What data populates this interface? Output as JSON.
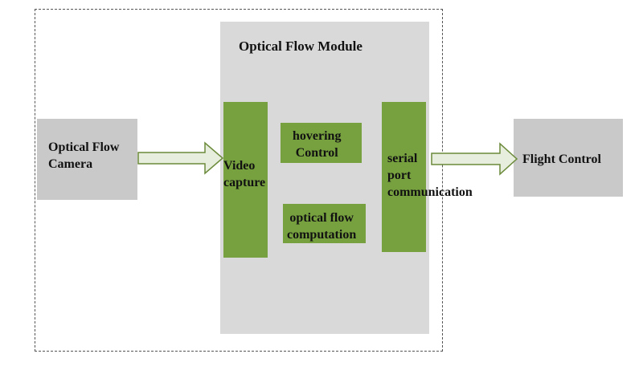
{
  "module": {
    "title": "Optical Flow Module"
  },
  "camera": {
    "label": "Optical Flow\nCamera"
  },
  "video": {
    "label": "Video\ncapture"
  },
  "hovering": {
    "label": "hovering\nControl"
  },
  "optical_flow": {
    "label": "optical flow\ncomputation"
  },
  "serial": {
    "label": "serial\nport\ncommunication"
  },
  "flight": {
    "label": "Flight Control"
  },
  "colors": {
    "green_block": "#77a13f",
    "gray_block": "#c9c9c9",
    "module_bg": "#d9d9d9",
    "arrow_fill": "#e8eedd",
    "arrow_stroke": "#6b8a3a"
  }
}
